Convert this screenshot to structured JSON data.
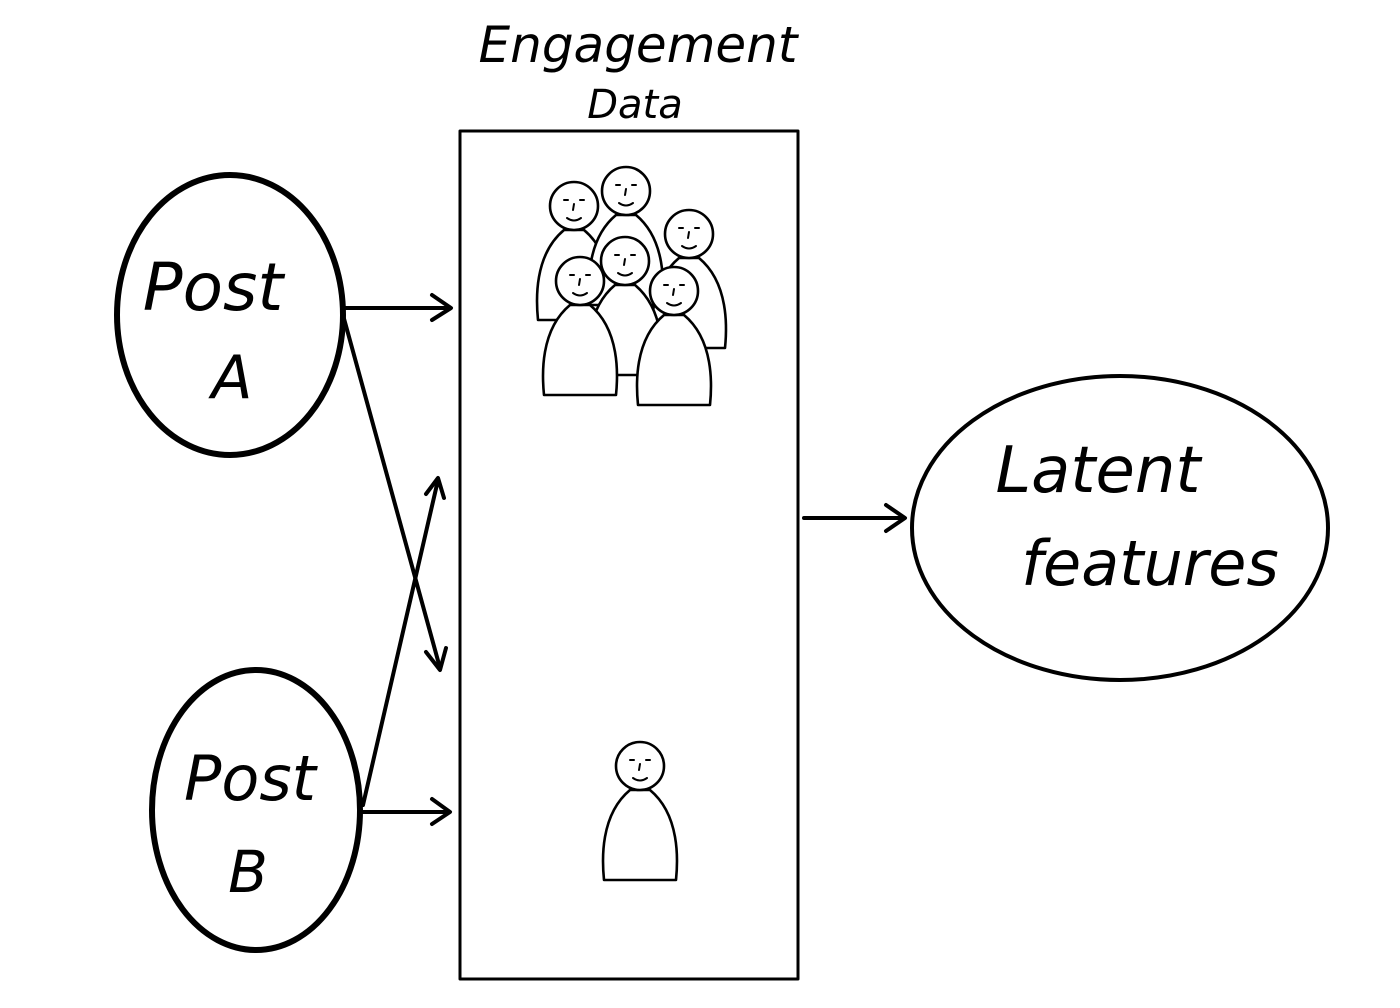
{
  "diagram": {
    "title_line1": "Engagement",
    "title_line2": "Data",
    "post_a": {
      "line1": "Post",
      "line2": "A"
    },
    "post_b": {
      "line1": "Post",
      "line2": "B"
    },
    "latent": {
      "line1": "Latent",
      "line2": "features"
    },
    "colors": {
      "ink": "#000000",
      "background": "#ffffff"
    }
  }
}
